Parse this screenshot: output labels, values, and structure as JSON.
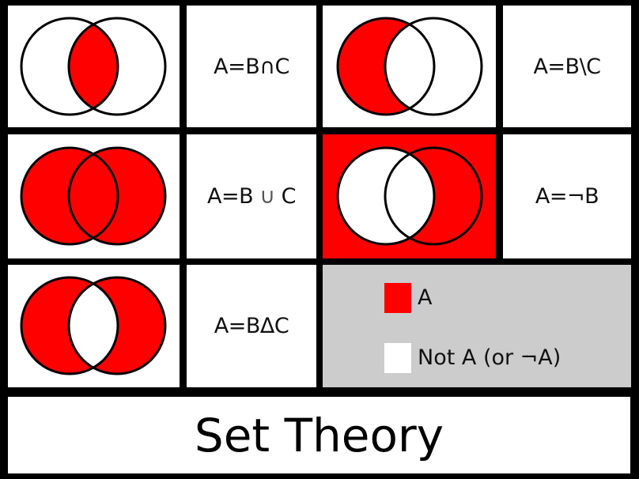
{
  "title": "Set Theory",
  "colors": {
    "set_fill": "#ff0000",
    "empty_fill": "#ffffff",
    "legend_bg": "#cccccc",
    "grid_lines": "#000000"
  },
  "rows": [
    {
      "left": {
        "shaded_region": "intersection",
        "label": "A=B∩C"
      },
      "right": {
        "shaded_region": "difference",
        "label": "A=B\\C"
      }
    },
    {
      "left": {
        "shaded_region": "union",
        "label_parts": [
          "A=B ",
          "∪",
          " C"
        ]
      },
      "right": {
        "shaded_region": "complement",
        "label": "A=¬B"
      }
    },
    {
      "left": {
        "shaded_region": "symmetric-difference",
        "label": "A=BΔC"
      },
      "right": {
        "legend": true
      }
    }
  ],
  "legend": {
    "items": [
      {
        "swatch_color": "#ff0000",
        "label": "A"
      },
      {
        "swatch_color": "#ffffff",
        "label": "Not A (or ¬A)"
      }
    ]
  }
}
